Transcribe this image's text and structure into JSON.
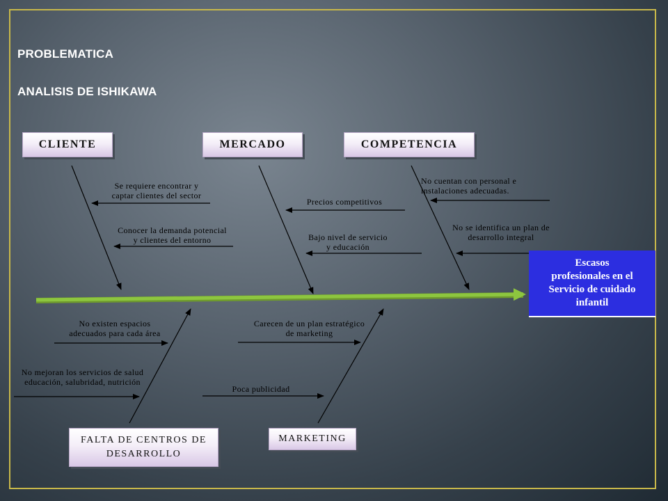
{
  "slide": {
    "heading_1": "PROBLEMATICA",
    "heading_2": "ANALISIS DE ISHIKAWA"
  },
  "effect": {
    "line1": "Escasos",
    "line2": "profesionales en el",
    "line3": "Servicio de cuidado",
    "line4": "infantil"
  },
  "categories": {
    "cliente": "CLIENTE",
    "mercado": "MERCADO",
    "competencia": "COMPETENCIA",
    "falta_centros_l1": "FALTA DE CENTROS DE",
    "falta_centros_l2": "DESARROLLO",
    "marketing": "MARKETING"
  },
  "causes": {
    "cliente_1_l1": "Se requiere encontrar y",
    "cliente_1_l2": "captar clientes del sector",
    "cliente_2_l1": "Conocer la demanda potencial",
    "cliente_2_l2": "y clientes del entorno",
    "mercado_1": "Precios competitivos",
    "mercado_2_l1": "Bajo nivel de servicio",
    "mercado_2_l2": "y educación",
    "competencia_1_l1": "No cuentan con personal e",
    "competencia_1_l2": "instalaciones adecuadas.",
    "competencia_2_l1": "No se identifica un plan de",
    "competencia_2_l2": "desarrollo integral",
    "falta_1_l1": "No existen espacios",
    "falta_1_l2": "adecuados para cada área",
    "falta_2_l1": "No mejoran los servicios de salud",
    "falta_2_l2": "educación, salubridad, nutrición",
    "marketing_1_l1": "Carecen de un plan estratégico",
    "marketing_1_l2": "de marketing",
    "marketing_2": "Poca publicidad"
  },
  "colors": {
    "spine": "#8dc63f",
    "effect_box": "#2c2ee0",
    "frame": "#c8b84a"
  }
}
